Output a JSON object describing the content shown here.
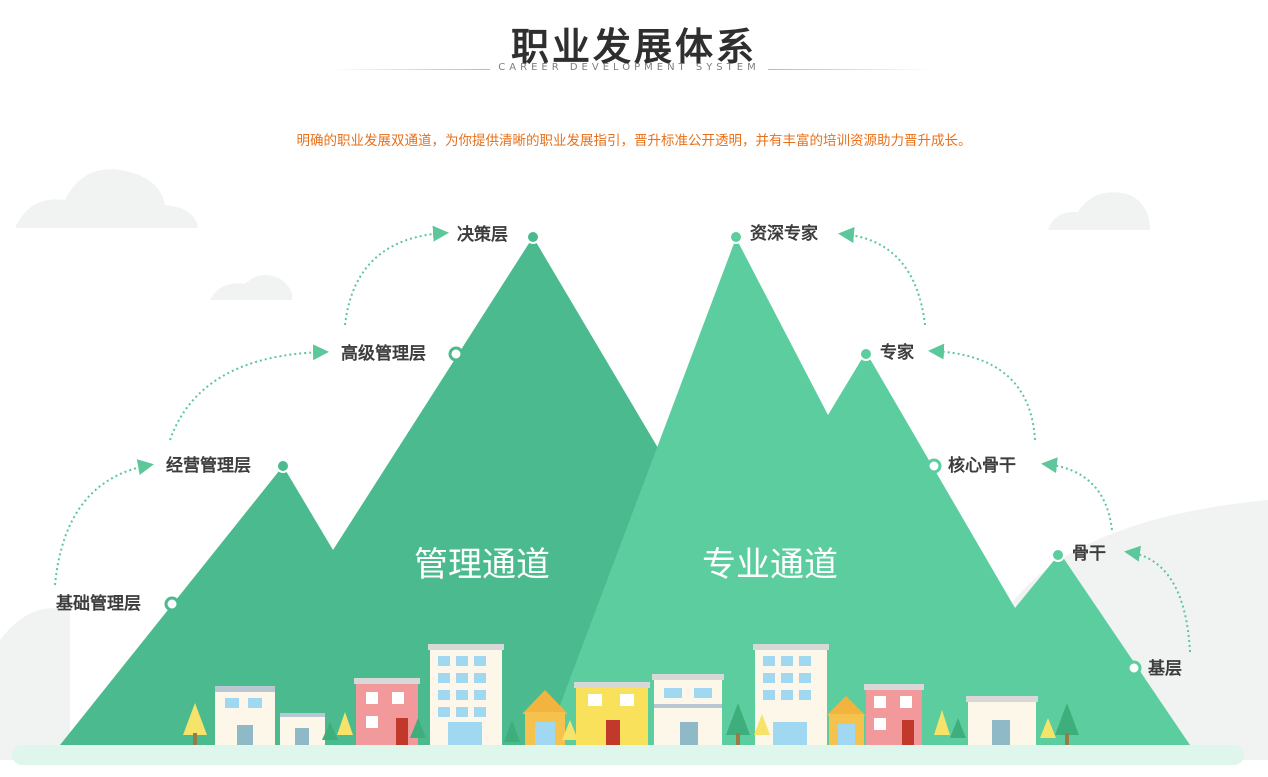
{
  "header": {
    "title": "职业发展体系",
    "subtitle": "CAREER DEVELOPMENT SYSTEM"
  },
  "intro": "明确的职业发展双通道，为你提供清晰的职业发展指引，晋升标准公开透明，并有丰富的培训资源助力晋升成长。",
  "management_channel": {
    "name": "管理通道",
    "levels": [
      "基础管理层",
      "经营管理层",
      "高级管理层",
      "决策层"
    ]
  },
  "professional_channel": {
    "name": "专业通道",
    "levels": [
      "基层",
      "骨干",
      "核心骨干",
      "专家",
      "资深专家"
    ]
  },
  "colors": {
    "mountain_dark": "#4bba8e",
    "mountain_light": "#5ccd9f",
    "arrow_dotted": "#5cc79b",
    "intro_text": "#e8701a",
    "ground": "#dff6ec"
  }
}
